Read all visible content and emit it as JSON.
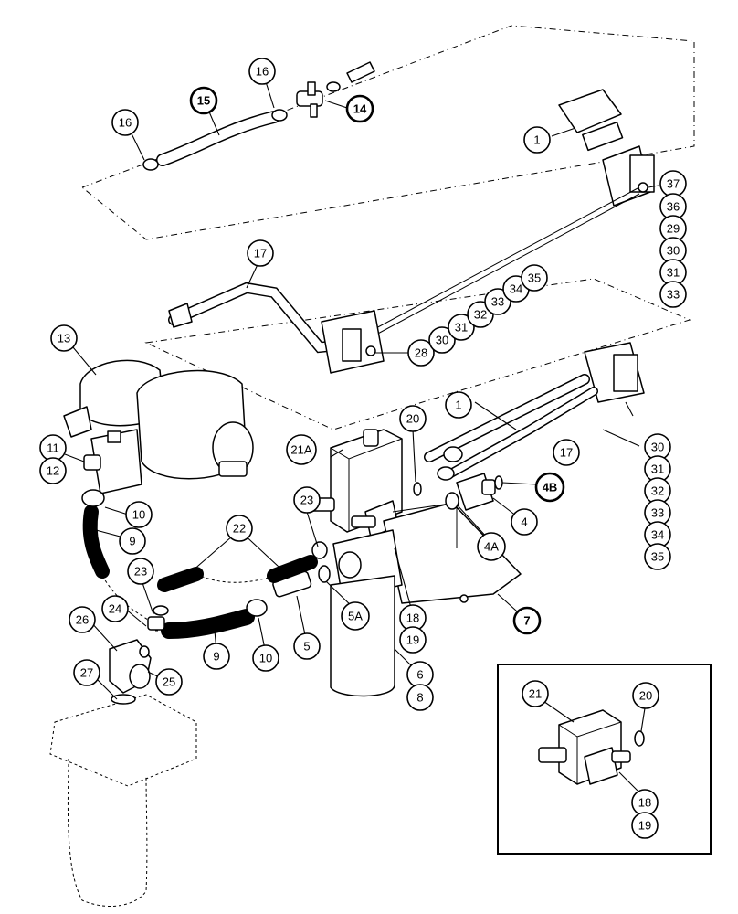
{
  "callouts": [
    {
      "id": "c1a",
      "label": "1"
    },
    {
      "id": "c14",
      "label": "14"
    },
    {
      "id": "c15",
      "label": "15"
    },
    {
      "id": "c16a",
      "label": "16"
    },
    {
      "id": "c16b",
      "label": "16"
    },
    {
      "id": "c37",
      "label": "37"
    },
    {
      "id": "c36",
      "label": "36"
    },
    {
      "id": "c29a",
      "label": "29"
    },
    {
      "id": "c30a",
      "label": "30"
    },
    {
      "id": "c31a",
      "label": "31"
    },
    {
      "id": "c33a",
      "label": "33"
    },
    {
      "id": "c17a",
      "label": "17"
    },
    {
      "id": "c28",
      "label": "28"
    },
    {
      "id": "c30b",
      "label": "30"
    },
    {
      "id": "c31b",
      "label": "31"
    },
    {
      "id": "c32a",
      "label": "32"
    },
    {
      "id": "c33b",
      "label": "33"
    },
    {
      "id": "c34a",
      "label": "34"
    },
    {
      "id": "c35a",
      "label": "35"
    },
    {
      "id": "c13",
      "label": "13"
    },
    {
      "id": "c1b",
      "label": "1"
    },
    {
      "id": "c17b",
      "label": "17"
    },
    {
      "id": "c20a",
      "label": "20"
    },
    {
      "id": "c21A",
      "label": "21A"
    },
    {
      "id": "c11",
      "label": "11"
    },
    {
      "id": "c12",
      "label": "12"
    },
    {
      "id": "c10a",
      "label": "10"
    },
    {
      "id": "c9a",
      "label": "9"
    },
    {
      "id": "c4B",
      "label": "4B"
    },
    {
      "id": "c4",
      "label": "4"
    },
    {
      "id": "c4A",
      "label": "4A"
    },
    {
      "id": "c30c",
      "label": "30"
    },
    {
      "id": "c31c",
      "label": "31"
    },
    {
      "id": "c32b",
      "label": "32"
    },
    {
      "id": "c33c",
      "label": "33"
    },
    {
      "id": "c34b",
      "label": "34"
    },
    {
      "id": "c35b",
      "label": "35"
    },
    {
      "id": "c22",
      "label": "22"
    },
    {
      "id": "c23a",
      "label": "23"
    },
    {
      "id": "c23b",
      "label": "23"
    },
    {
      "id": "c24",
      "label": "24"
    },
    {
      "id": "c26",
      "label": "26"
    },
    {
      "id": "c25",
      "label": "25"
    },
    {
      "id": "c27",
      "label": "27"
    },
    {
      "id": "c9b",
      "label": "9"
    },
    {
      "id": "c10b",
      "label": "10"
    },
    {
      "id": "c5",
      "label": "5"
    },
    {
      "id": "c5A",
      "label": "5A"
    },
    {
      "id": "c18a",
      "label": "18"
    },
    {
      "id": "c19a",
      "label": "19"
    },
    {
      "id": "c7",
      "label": "7"
    },
    {
      "id": "c6",
      "label": "6"
    },
    {
      "id": "c8",
      "label": "8"
    },
    {
      "id": "c21",
      "label": "21"
    },
    {
      "id": "c20b",
      "label": "20"
    },
    {
      "id": "c18b",
      "label": "18"
    },
    {
      "id": "c19b",
      "label": "19"
    }
  ]
}
